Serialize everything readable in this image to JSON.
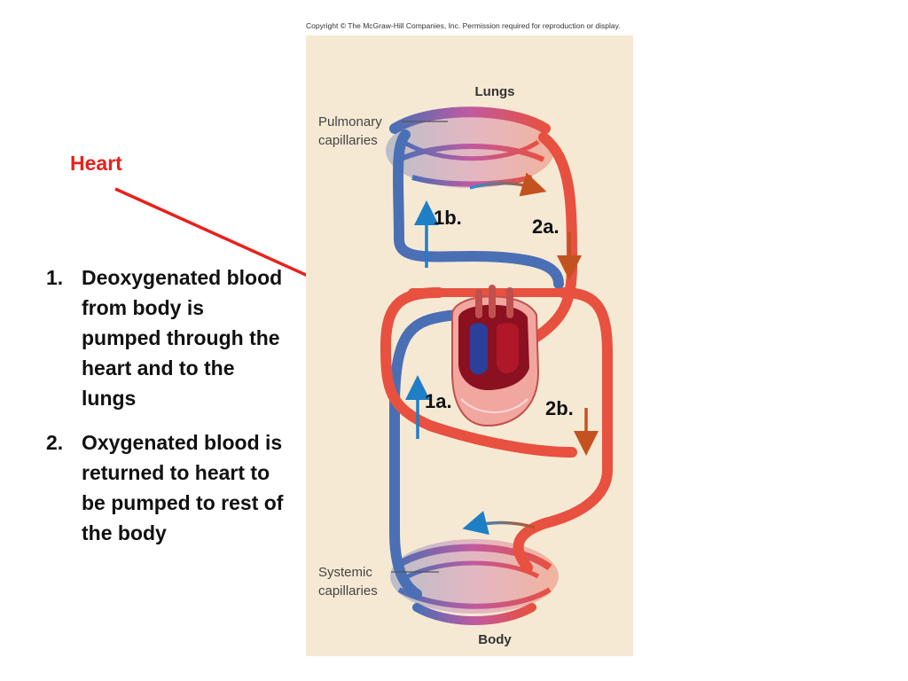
{
  "copyright": "Copyright © The McGraw-Hill Companies, Inc. Permission required for reproduction or display.",
  "heart_label": "Heart",
  "notes": [
    {
      "num": "1.",
      "text": "Deoxygenated blood from body is pumped through the heart and to the lungs"
    },
    {
      "num": "2.",
      "text": "Oxygenated blood is returned to heart to be pumped to rest of the body"
    }
  ],
  "diagram": {
    "lungs": "Lungs",
    "pulmonary": [
      "Pulmonary",
      "capillaries"
    ],
    "systemic": [
      "Systemic",
      "capillaries"
    ],
    "body": "Body",
    "steps": {
      "s1b": "1b.",
      "s2a": "2a.",
      "s1a": "1a.",
      "s2b": "2b."
    }
  },
  "colors": {
    "oxygenated": "#e8503f",
    "deoxygenated": "#4a6fb5",
    "pointer": "#e8211c"
  }
}
